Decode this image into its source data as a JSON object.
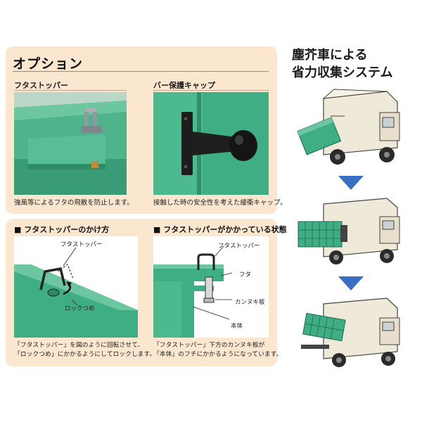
{
  "options": {
    "title": "オプション",
    "stopper": {
      "title": "フタストッパー",
      "caption": "強風等によるフタの飛散を防止します。"
    },
    "cap": {
      "title": "バー保護キャップ",
      "caption": "接触した時の安全性を考えた緩衝キャップ。"
    }
  },
  "how_to": {
    "left": {
      "title": "■ フタストッパーのかけ方",
      "label_stopper": "フタストッパー",
      "label_lock": "ロックつめ",
      "caption_line1": "「フタストッパー」を図のように回転させて、",
      "caption_line2": "「ロックつめ」にかかるようにしてロックします。"
    },
    "right": {
      "title": "■ フタストッパーがかかっている状態",
      "label_stopper": "フタストッパー",
      "label_lid": "フタ",
      "label_plate": "カンヌキ板",
      "label_body": "本体",
      "caption_line1": "「フタストッパー」下方のカンヌキ板が",
      "caption_line2": "「本体」のフチにかかるようになっています。"
    }
  },
  "system": {
    "title_line1": "塵芥車による",
    "title_line2": "省力収集システム"
  },
  "colors": {
    "container_green": "#3fae84",
    "panel_bg": "#fbe7cf",
    "arrow_blue": "#3a6fc4",
    "truck_body": "#efe9d9"
  }
}
